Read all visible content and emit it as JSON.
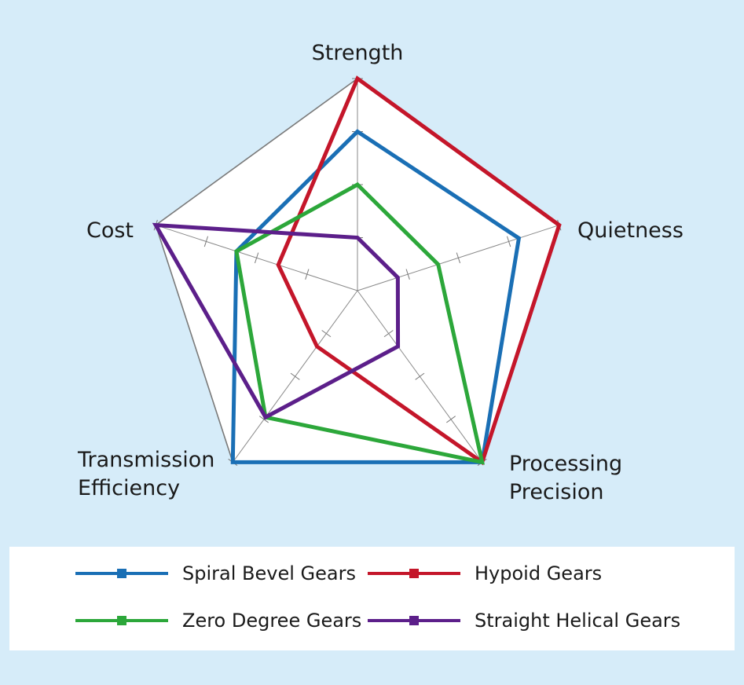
{
  "chart_data": {
    "type": "radar",
    "axes": [
      {
        "key": "strength",
        "lines": [
          "Strength"
        ]
      },
      {
        "key": "quietness",
        "lines": [
          "Quietness"
        ]
      },
      {
        "key": "precision",
        "lines": [
          "Processing",
          "Precision"
        ]
      },
      {
        "key": "efficiency",
        "lines": [
          "Transmission",
          "Efficiency"
        ]
      },
      {
        "key": "cost",
        "lines": [
          "Cost"
        ]
      }
    ],
    "range": [
      0,
      4
    ],
    "ticks": [
      1,
      2,
      3,
      4
    ],
    "series": [
      {
        "name": "Spiral Bevel Gears",
        "color": "#1a6fb5",
        "values": [
          3.0,
          3.2,
          4.0,
          4.0,
          2.4
        ]
      },
      {
        "name": "Hypoid Gears",
        "color": "#c4162a",
        "values": [
          4.0,
          4.0,
          4.0,
          1.3,
          1.57
        ]
      },
      {
        "name": "Zero Degree Gears",
        "color": "#2ca73a",
        "values": [
          2.0,
          1.6,
          4.0,
          2.95,
          2.4
        ]
      },
      {
        "name": "Straight Helical Gears",
        "color": "#5c1f8a",
        "values": [
          1.0,
          0.8,
          1.3,
          2.95,
          4.0
        ]
      }
    ]
  }
}
